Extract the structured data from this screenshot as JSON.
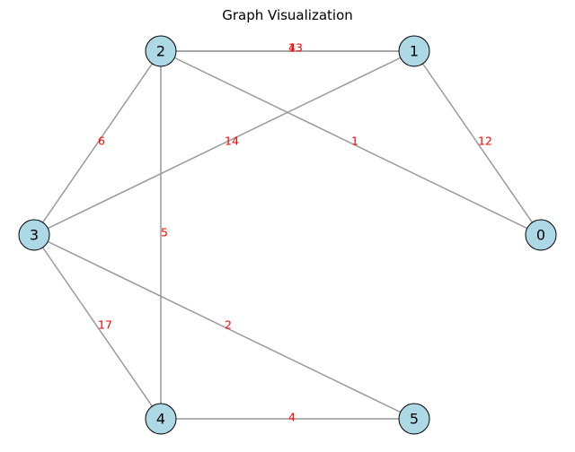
{
  "title": "Graph Visualization",
  "colors": {
    "node_fill": "#add8e6",
    "edge": "#999999",
    "edge_label": "#ff0000"
  },
  "nodes": [
    {
      "id": "0",
      "label": "0"
    },
    {
      "id": "1",
      "label": "1"
    },
    {
      "id": "2",
      "label": "2"
    },
    {
      "id": "3",
      "label": "3"
    },
    {
      "id": "4",
      "label": "4"
    },
    {
      "id": "5",
      "label": "5"
    }
  ],
  "edges": [
    {
      "source": "2",
      "target": "1",
      "weight": "13"
    },
    {
      "source": "1",
      "target": "2",
      "weight": "4"
    },
    {
      "source": "1",
      "target": "0",
      "weight": "12"
    },
    {
      "source": "2",
      "target": "0",
      "weight": "1"
    },
    {
      "source": "3",
      "target": "1",
      "weight": "14"
    },
    {
      "source": "2",
      "target": "3",
      "weight": "6"
    },
    {
      "source": "2",
      "target": "4",
      "weight": "5"
    },
    {
      "source": "3",
      "target": "4",
      "weight": "17"
    },
    {
      "source": "3",
      "target": "5",
      "weight": "2"
    },
    {
      "source": "4",
      "target": "5",
      "weight": "4"
    }
  ]
}
